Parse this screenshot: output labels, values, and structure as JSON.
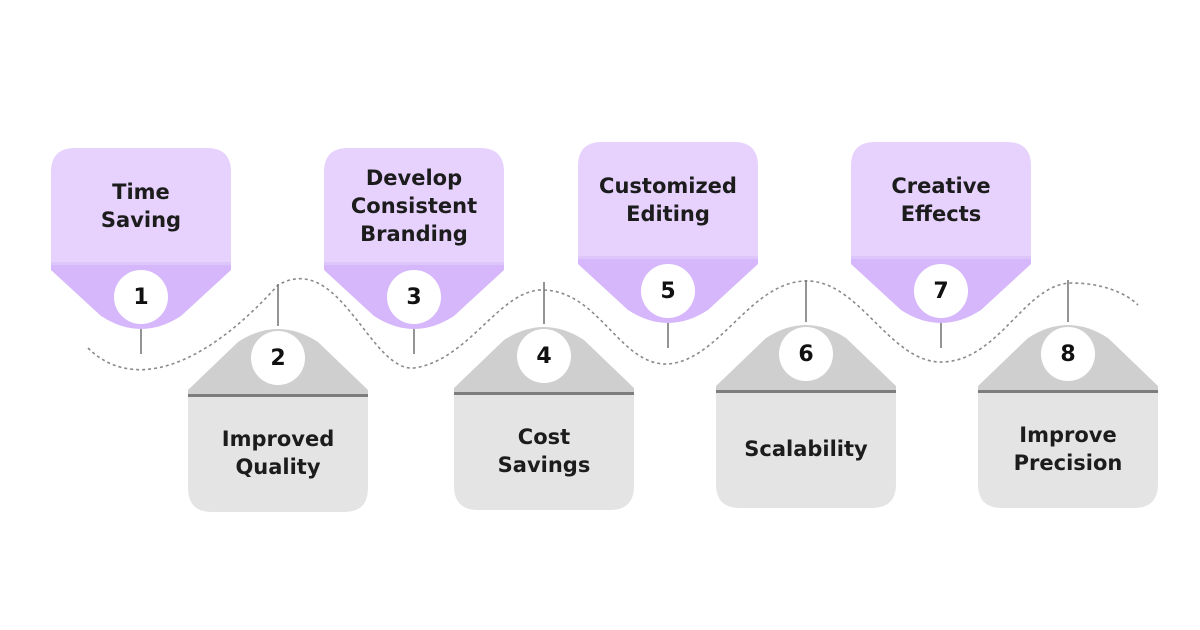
{
  "colors": {
    "top_card": "#e6d2fd",
    "top_card_shadow": "#dcc6fa",
    "top_arrow": "#d6b7fb",
    "bottom_card": "#e4e4e4",
    "bottom_arrow": "#cfcfcf",
    "divider": "#7d7d7d",
    "circle": "#ffffff",
    "wave": "#8a8a8a",
    "stem": "#7a7a7a"
  },
  "steps": [
    {
      "number": "1",
      "label": "Time\nSaving",
      "position": "top"
    },
    {
      "number": "2",
      "label": "Improved\nQuality",
      "position": "bottom"
    },
    {
      "number": "3",
      "label": "Develop\nConsistent\nBranding",
      "position": "top"
    },
    {
      "number": "4",
      "label": "Cost\nSavings",
      "position": "bottom"
    },
    {
      "number": "5",
      "label": "Customized\nEditing",
      "position": "top"
    },
    {
      "number": "6",
      "label": "Scalability",
      "position": "bottom"
    },
    {
      "number": "7",
      "label": "Creative\nEffects",
      "position": "top"
    },
    {
      "number": "8",
      "label": "Improve\nPrecision",
      "position": "bottom"
    }
  ]
}
